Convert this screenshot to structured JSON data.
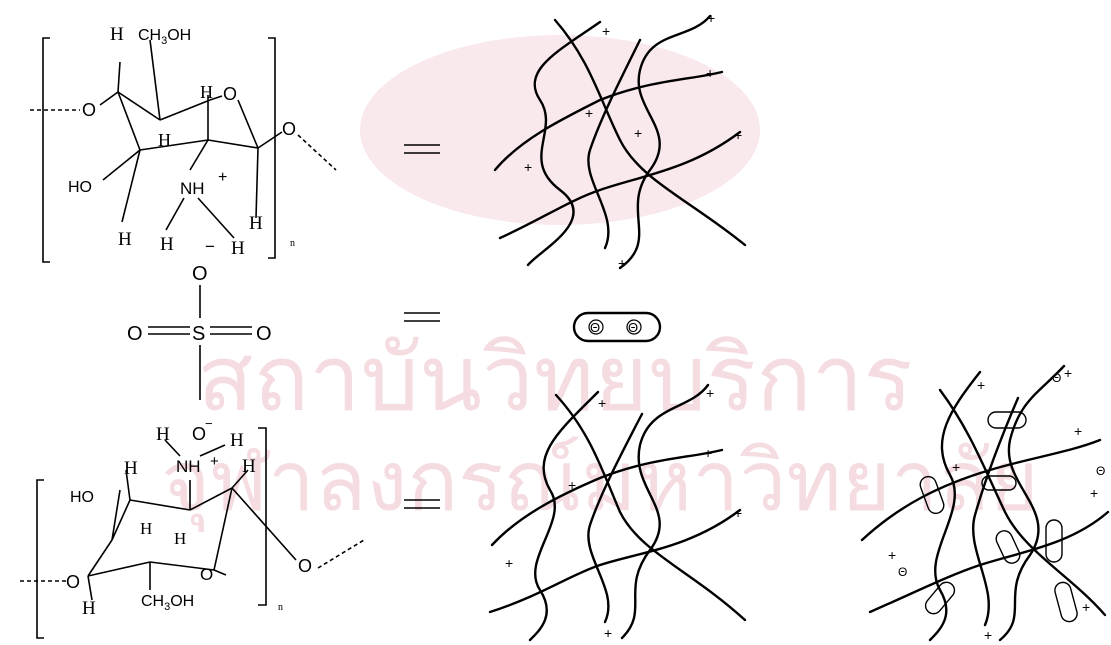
{
  "watermark": {
    "line1": "สถาบันวิทยบริการ",
    "line2": "จุฬาลงกรณ์มหาวิทยาลัย"
  },
  "upper_unit": {
    "h": "H",
    "ch2oh": "CH",
    "ch2oh_sub": "3",
    "ch2oh_tail": "OH",
    "o_ring": "O",
    "o_left": "O",
    "o_right": "O",
    "ho": "HO",
    "nh": "NH",
    "plus": "+",
    "minus": "−",
    "n": "n"
  },
  "sulfate": {
    "o_top": "O",
    "o_left": "O",
    "s": "S",
    "o_right": "O",
    "o_bottom": "O",
    "minus": "−"
  },
  "lower_unit": {
    "h": "H",
    "ch2oh": "CH",
    "ch2oh_sub": "3",
    "ch2oh_tail": "OH",
    "o_ring": "O",
    "o_left": "O",
    "o_right": "O",
    "ho": "HO",
    "nh": "NH",
    "plus": "+",
    "n": "n"
  },
  "schematic": {
    "equals": "=",
    "plus": "+",
    "anion": "Θ"
  }
}
